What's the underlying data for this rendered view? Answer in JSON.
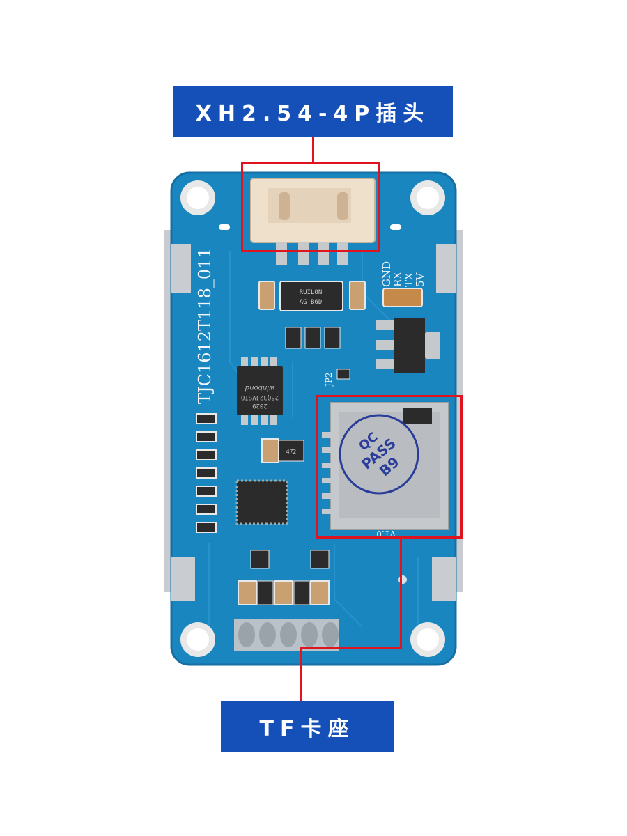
{
  "labels": {
    "connector": "XH2.54-4P插头",
    "tf_slot": "TF卡座"
  },
  "board": {
    "model_silk": "TJC1612T118_011",
    "pins": [
      "GND",
      "RX",
      "TX",
      "5V"
    ],
    "chip_u1": "RUILON",
    "chip_u1_line2": "AG B6D",
    "flash_brand": "winbond",
    "flash_code": "25Q32JVSIQ",
    "flash_date": "2029",
    "jp_label": "JP2",
    "res_code": "472",
    "tf_version": "V1.0",
    "qc_stamp_1": "QC",
    "qc_stamp_2": "PASS",
    "qc_stamp_3": "B9"
  },
  "colors": {
    "label_bg": "#1450b8",
    "highlight": "#e0141e",
    "pcb": "#1a86c0"
  }
}
